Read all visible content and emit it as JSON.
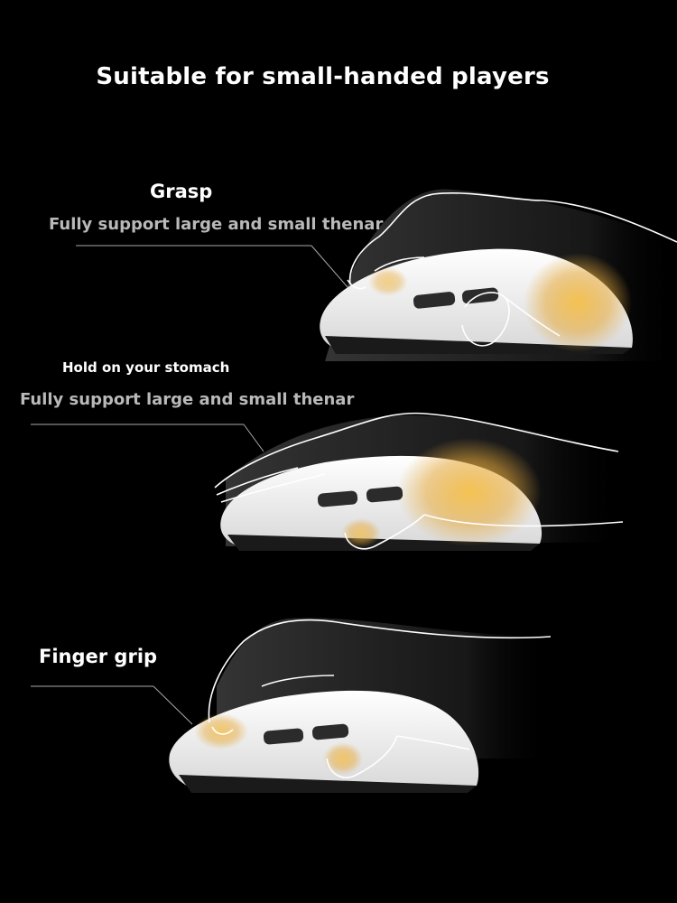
{
  "title": "Suitable for small-handed players",
  "sections": [
    {
      "heading": "Grasp",
      "subtitle": "Fully support large and small thenar"
    },
    {
      "heading": "Hold on your stomach",
      "subtitle": "Fully support large and small thenar"
    },
    {
      "heading": "Finger grip",
      "subtitle": ""
    }
  ],
  "colors": {
    "background": "#000000",
    "mouse_body": "#f2f2f2",
    "highlight": "#f0b840",
    "hand_outline": "#ffffff",
    "subtitle_text": "#b9b9b9"
  }
}
